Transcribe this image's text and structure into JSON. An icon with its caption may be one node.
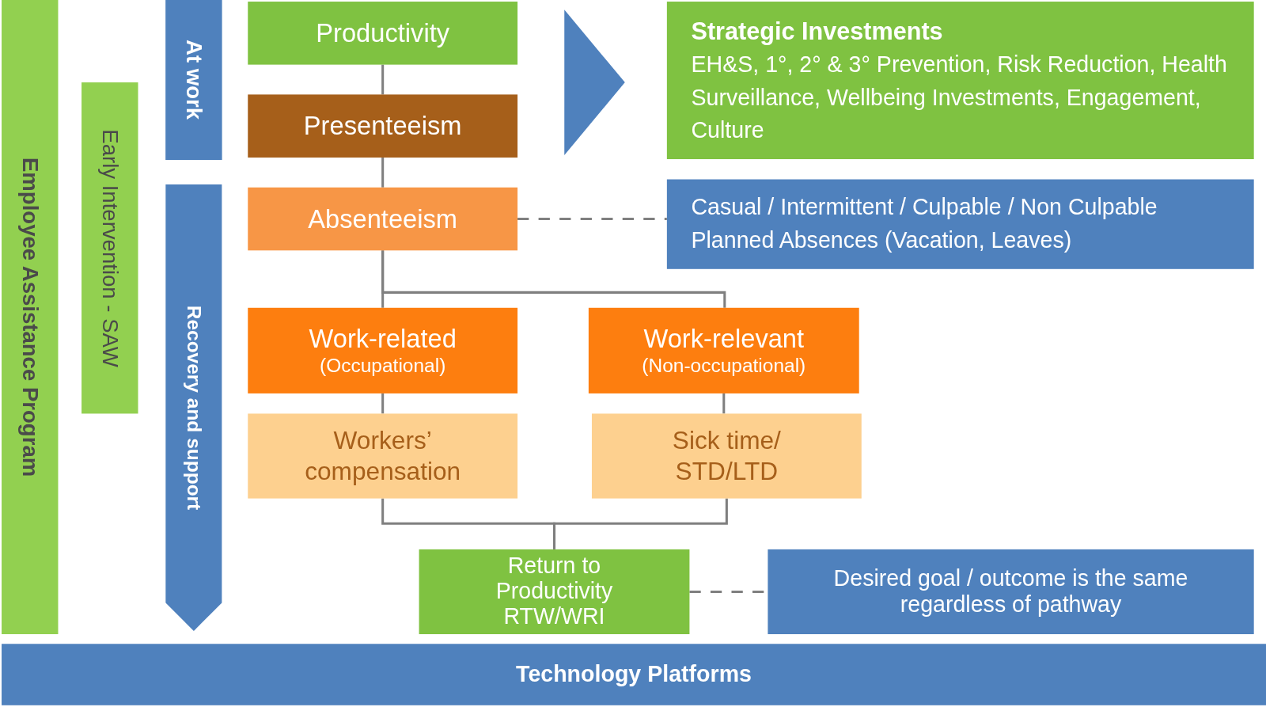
{
  "diagram": {
    "nodes": [
      {
        "text": [
          "Employee Assistance Program"
        ]
      },
      {
        "text": [
          "Early Intervention - SAW"
        ]
      },
      {
        "text": [
          "At work"
        ]
      },
      {
        "text": [
          "Recovery and support"
        ]
      },
      {
        "text": [
          "Productivity"
        ]
      },
      {
        "text": [
          "Presenteeism"
        ]
      },
      {
        "text": [
          "Absenteeism"
        ]
      },
      {
        "text": [
          "Work-related",
          "(Occupational)"
        ]
      },
      {
        "text": [
          "Work-relevant",
          "(Non-occupational)"
        ]
      },
      {
        "text": [
          "Workers’ compensation"
        ]
      },
      {
        "text": [
          "Sick time/ STD/LTD"
        ]
      },
      {
        "text": [
          "Return to Productivity RTW/WRI"
        ]
      },
      {
        "text": [
          "Strategic Investments",
          "EH&S, 1°, 2° & 3° Prevention, Risk Reduction, Health Surveillance, Wellbeing Investments, Engagement, Culture"
        ]
      },
      {
        "text": [
          "Casual / Intermittent / Culpable / Non Culpable",
          "Planned Absences (Vacation, Leaves)"
        ]
      },
      {
        "text": [
          "Desired goal / outcome is the same regardless of pathway"
        ]
      },
      {
        "text": [
          "Technology Platforms"
        ]
      }
    ],
    "edges": [
      {
        "from": 4,
        "to": 5,
        "arrow": "none"
      },
      {
        "from": 5,
        "to": 6,
        "arrow": "none"
      },
      {
        "from": 6,
        "to": 7,
        "arrow": "none"
      },
      {
        "from": 6,
        "to": 8,
        "arrow": "none"
      },
      {
        "from": 7,
        "to": 9,
        "arrow": "none"
      },
      {
        "from": 8,
        "to": 10,
        "arrow": "none"
      },
      {
        "from": 9,
        "to": 11,
        "arrow": "none"
      },
      {
        "from": 10,
        "to": 11,
        "arrow": "none"
      },
      {
        "from": 6,
        "to": 13,
        "arrow": "none",
        "style": "dashed"
      },
      {
        "from": 11,
        "to": 14,
        "arrow": "none",
        "style": "dashed"
      },
      {
        "from": 4,
        "to": 12,
        "arrow": "to",
        "style": "thick",
        "color": "#4f81bd"
      }
    ]
  }
}
